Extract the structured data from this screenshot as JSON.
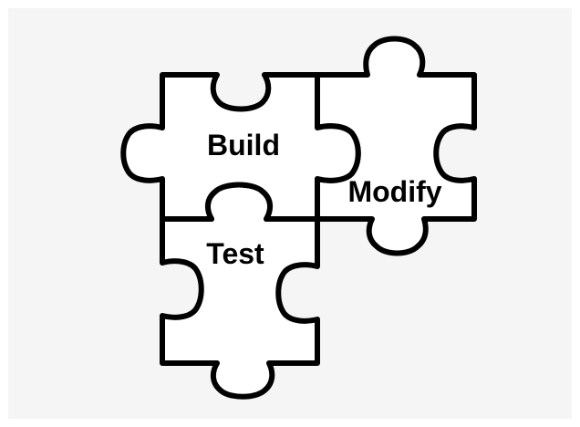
{
  "diagram": {
    "pieces": [
      {
        "id": "build",
        "label": "Build"
      },
      {
        "id": "modify",
        "label": "Modify"
      },
      {
        "id": "test",
        "label": "Test"
      }
    ],
    "colors": {
      "background": "#f5f5f5",
      "piece_fill": "#ffffff",
      "outline": "#000000"
    }
  }
}
